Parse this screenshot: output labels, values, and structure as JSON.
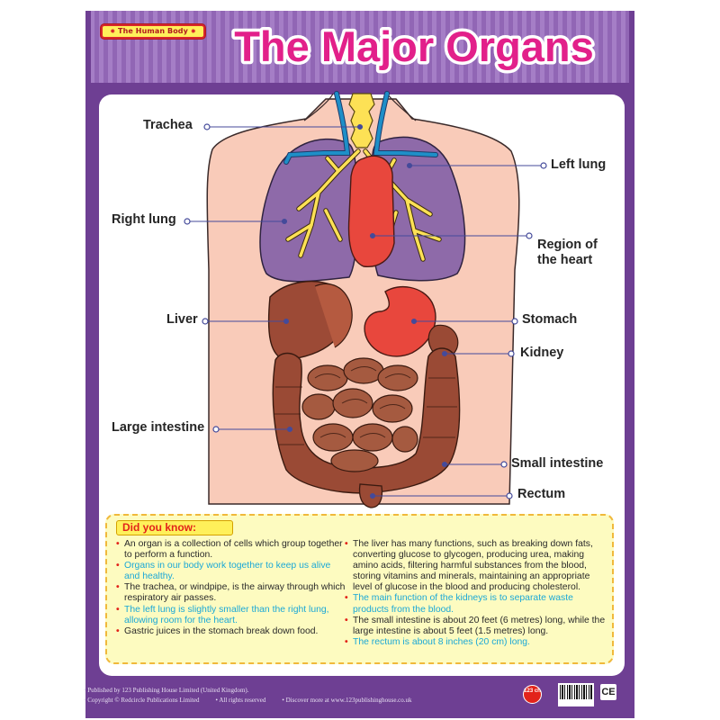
{
  "header": {
    "tag": "The Human Body",
    "title": "The Major Organs"
  },
  "labels": {
    "trachea": "Trachea",
    "left_lung": "Left lung",
    "right_lung": "Right lung",
    "heart_line1": "Region of",
    "heart_line2": "the heart",
    "liver": "Liver",
    "stomach": "Stomach",
    "kidney": "Kidney",
    "large_intestine": "Large intestine",
    "small_intestine": "Small intestine",
    "rectum": "Rectum"
  },
  "did_you_know": {
    "title": "Did you know:",
    "left": [
      {
        "text": "An organ is a collection of cells which group together to perform a function.",
        "style": "black"
      },
      {
        "text": "Organs in our body work together to keep us alive and healthy.",
        "style": "cyan"
      },
      {
        "text": "The trachea, or windpipe, is the airway through which respiratory air passes.",
        "style": "black"
      },
      {
        "text": "The left lung is slightly smaller than the right lung, allowing room for the heart.",
        "style": "cyan"
      },
      {
        "text": "Gastric juices in the stomach break down food.",
        "style": "black"
      }
    ],
    "right": [
      {
        "text": "The liver has many functions, such as breaking down fats, converting glucose to glycogen, producing urea, making amino acids, filtering harmful substances from the blood, storing vitamins and minerals, maintaining an appropriate level of glucose in the blood and producing cholesterol.",
        "style": "black"
      },
      {
        "text": "The main function of the kidneys is to separate waste products from the blood.",
        "style": "cyan"
      },
      {
        "text": "The small intestine is about 20 feet (6 metres) long, while the large intestine is about 5 feet (1.5 metres) long.",
        "style": "black"
      },
      {
        "text": "The rectum is about 8 inches (20 cm) long.",
        "style": "cyan"
      }
    ]
  },
  "footer": {
    "line1": "• Published by 123 Publishing House Limited (United Kingdom).",
    "line2a": "• Copyright © Redcircle Publications Limited",
    "line2b": "• All rights reserved",
    "line2c": "• Discover more at www.123publishinghouse.co.uk",
    "logo": "123 ch",
    "ce": "CE"
  },
  "colors": {
    "purple_frame": "#7a4a9c",
    "purple_stripe": "#9c6cbf",
    "title_pink": "#e2208a",
    "lung": "#8e6aa9",
    "skin": "#f9cbb9",
    "intestine": "#9a4a35",
    "liver": "#9c4a36",
    "stomach": "#e8473d",
    "heart": "#e8473d",
    "trachea": "#fde155",
    "vein_blue": "#1e8fc8",
    "pointer": "#444a9a"
  }
}
